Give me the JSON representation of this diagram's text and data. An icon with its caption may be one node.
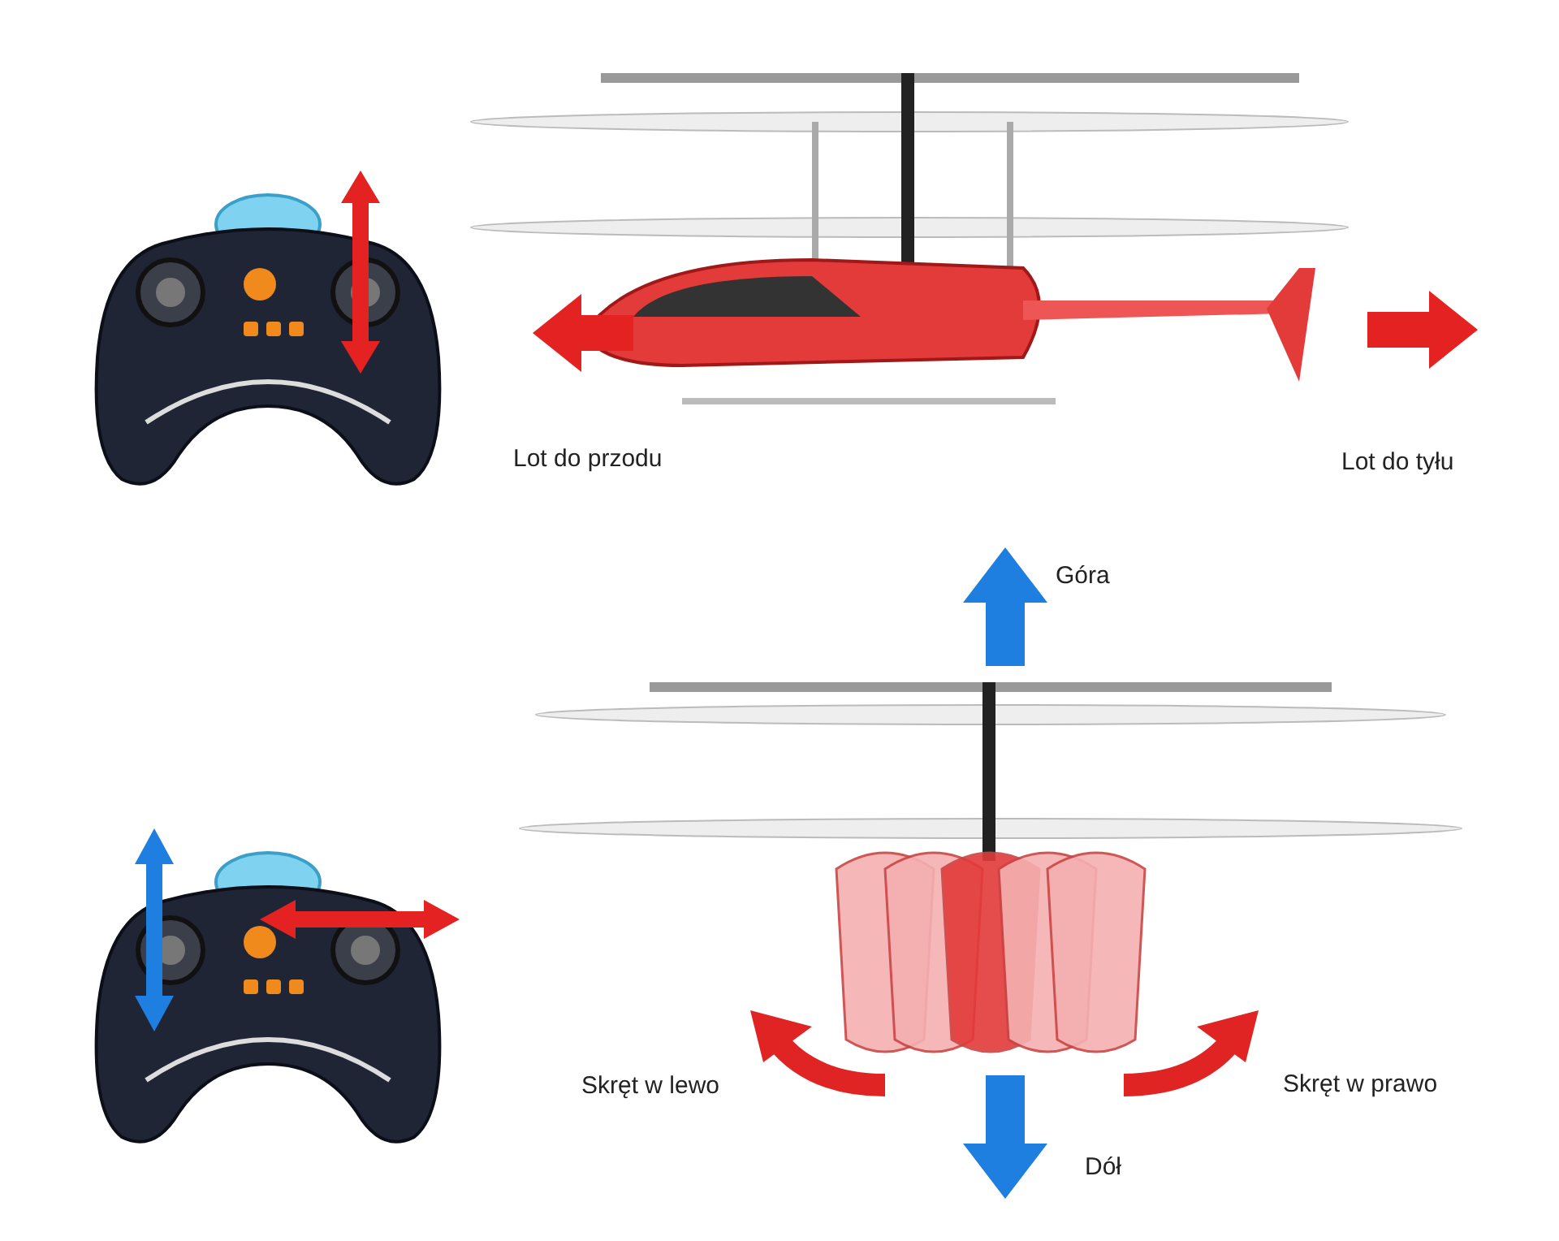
{
  "diagram": {
    "labels": [
      "Lot do przodu",
      "Lot do tyłu",
      "Góra",
      "Skręt w lewo",
      "Skręt w prawo",
      "Dół"
    ]
  }
}
